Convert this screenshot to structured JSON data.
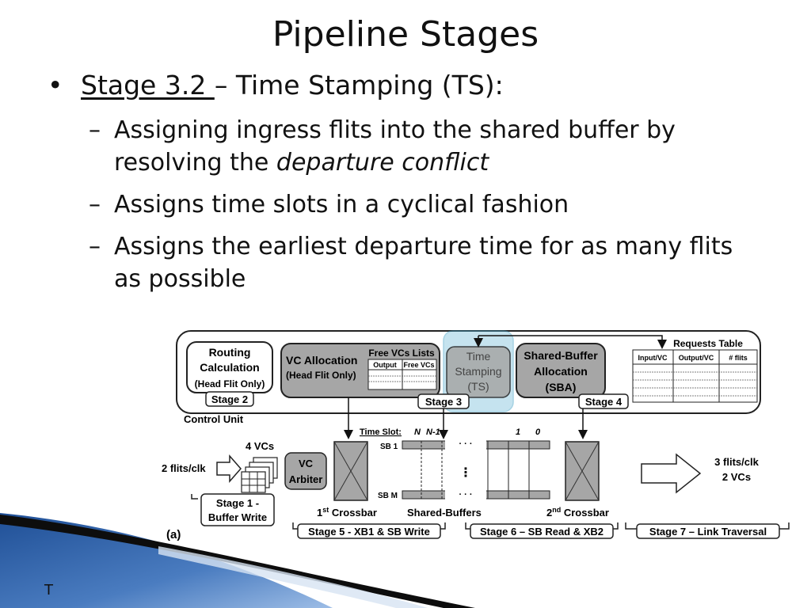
{
  "slide": {
    "title": "Pipeline Stages",
    "bullet_symbol": "•",
    "dash_symbol": "–",
    "stage_link": "Stage 3.2 ",
    "stage_rest": "– Time Stamping (TS):",
    "subbullets": [
      {
        "pre": "Assigning ingress flits into the shared buffer by resolving the ",
        "em": "departure conflict"
      },
      {
        "pre": "Assigns time slots in a cyclical fashion",
        "em": ""
      },
      {
        "pre": "Assigns the earliest departure time for as many flits as possible",
        "em": ""
      }
    ],
    "footer_letter": "T"
  },
  "diagram": {
    "routing": [
      "Routing",
      "Calculation",
      "(Head Flit Only)"
    ],
    "stage2": "Stage 2",
    "vc_alloc": [
      "VC Allocation",
      "(Head Flit Only)"
    ],
    "free_vcs_title": "Free VCs Lists",
    "free_vcs_cols": [
      "Output",
      "Free VCs"
    ],
    "time_stamping": [
      "Time",
      "Stamping",
      "(TS)"
    ],
    "stage3": "Stage 3",
    "sba": [
      "Shared-Buffer",
      "Allocation",
      "(SBA)"
    ],
    "stage4": "Stage 4",
    "requests_title": "Requests Table",
    "requests_cols": [
      "Input/VC",
      "Output/VC",
      "# flits"
    ],
    "control_unit": "Control Unit",
    "vcs4": "4 VCs",
    "flits_in": "2 flits/clk",
    "vc_arbiter": [
      "VC",
      "Arbiter"
    ],
    "stage1": [
      "Stage 1 -",
      "Buffer Write"
    ],
    "time_slot": "Time Slot:",
    "slot_n": "N",
    "slot_n1": "N-1",
    "slot_1": "1",
    "slot_0": "0",
    "sb1": "SB 1",
    "sbm": "SB M",
    "ellipsis": "· · ·",
    "vdots": "⋮",
    "crossbar1": "1st Crossbar",
    "crossbar1_num": "1",
    "crossbar1_sup": "st",
    "crossbar1_rest": " Crossbar",
    "shared_buffers": "Shared-Buffers",
    "crossbar2_num": "2",
    "crossbar2_sup": "nd",
    "crossbar2_rest": " Crossbar",
    "out_flits": "3 flits/clk",
    "out_vcs": "2 VCs",
    "label_a": "(a)",
    "stage5": "Stage 5 - XB1 & SB Write",
    "stage6": "Stage 6 – SB Read & XB2",
    "stage7": "Stage 7 – Link Traversal"
  },
  "colors": {
    "box_gray": "#a6a6a6",
    "highlight": "#7fc3dc",
    "corner_blue": "#3a6fb0"
  }
}
